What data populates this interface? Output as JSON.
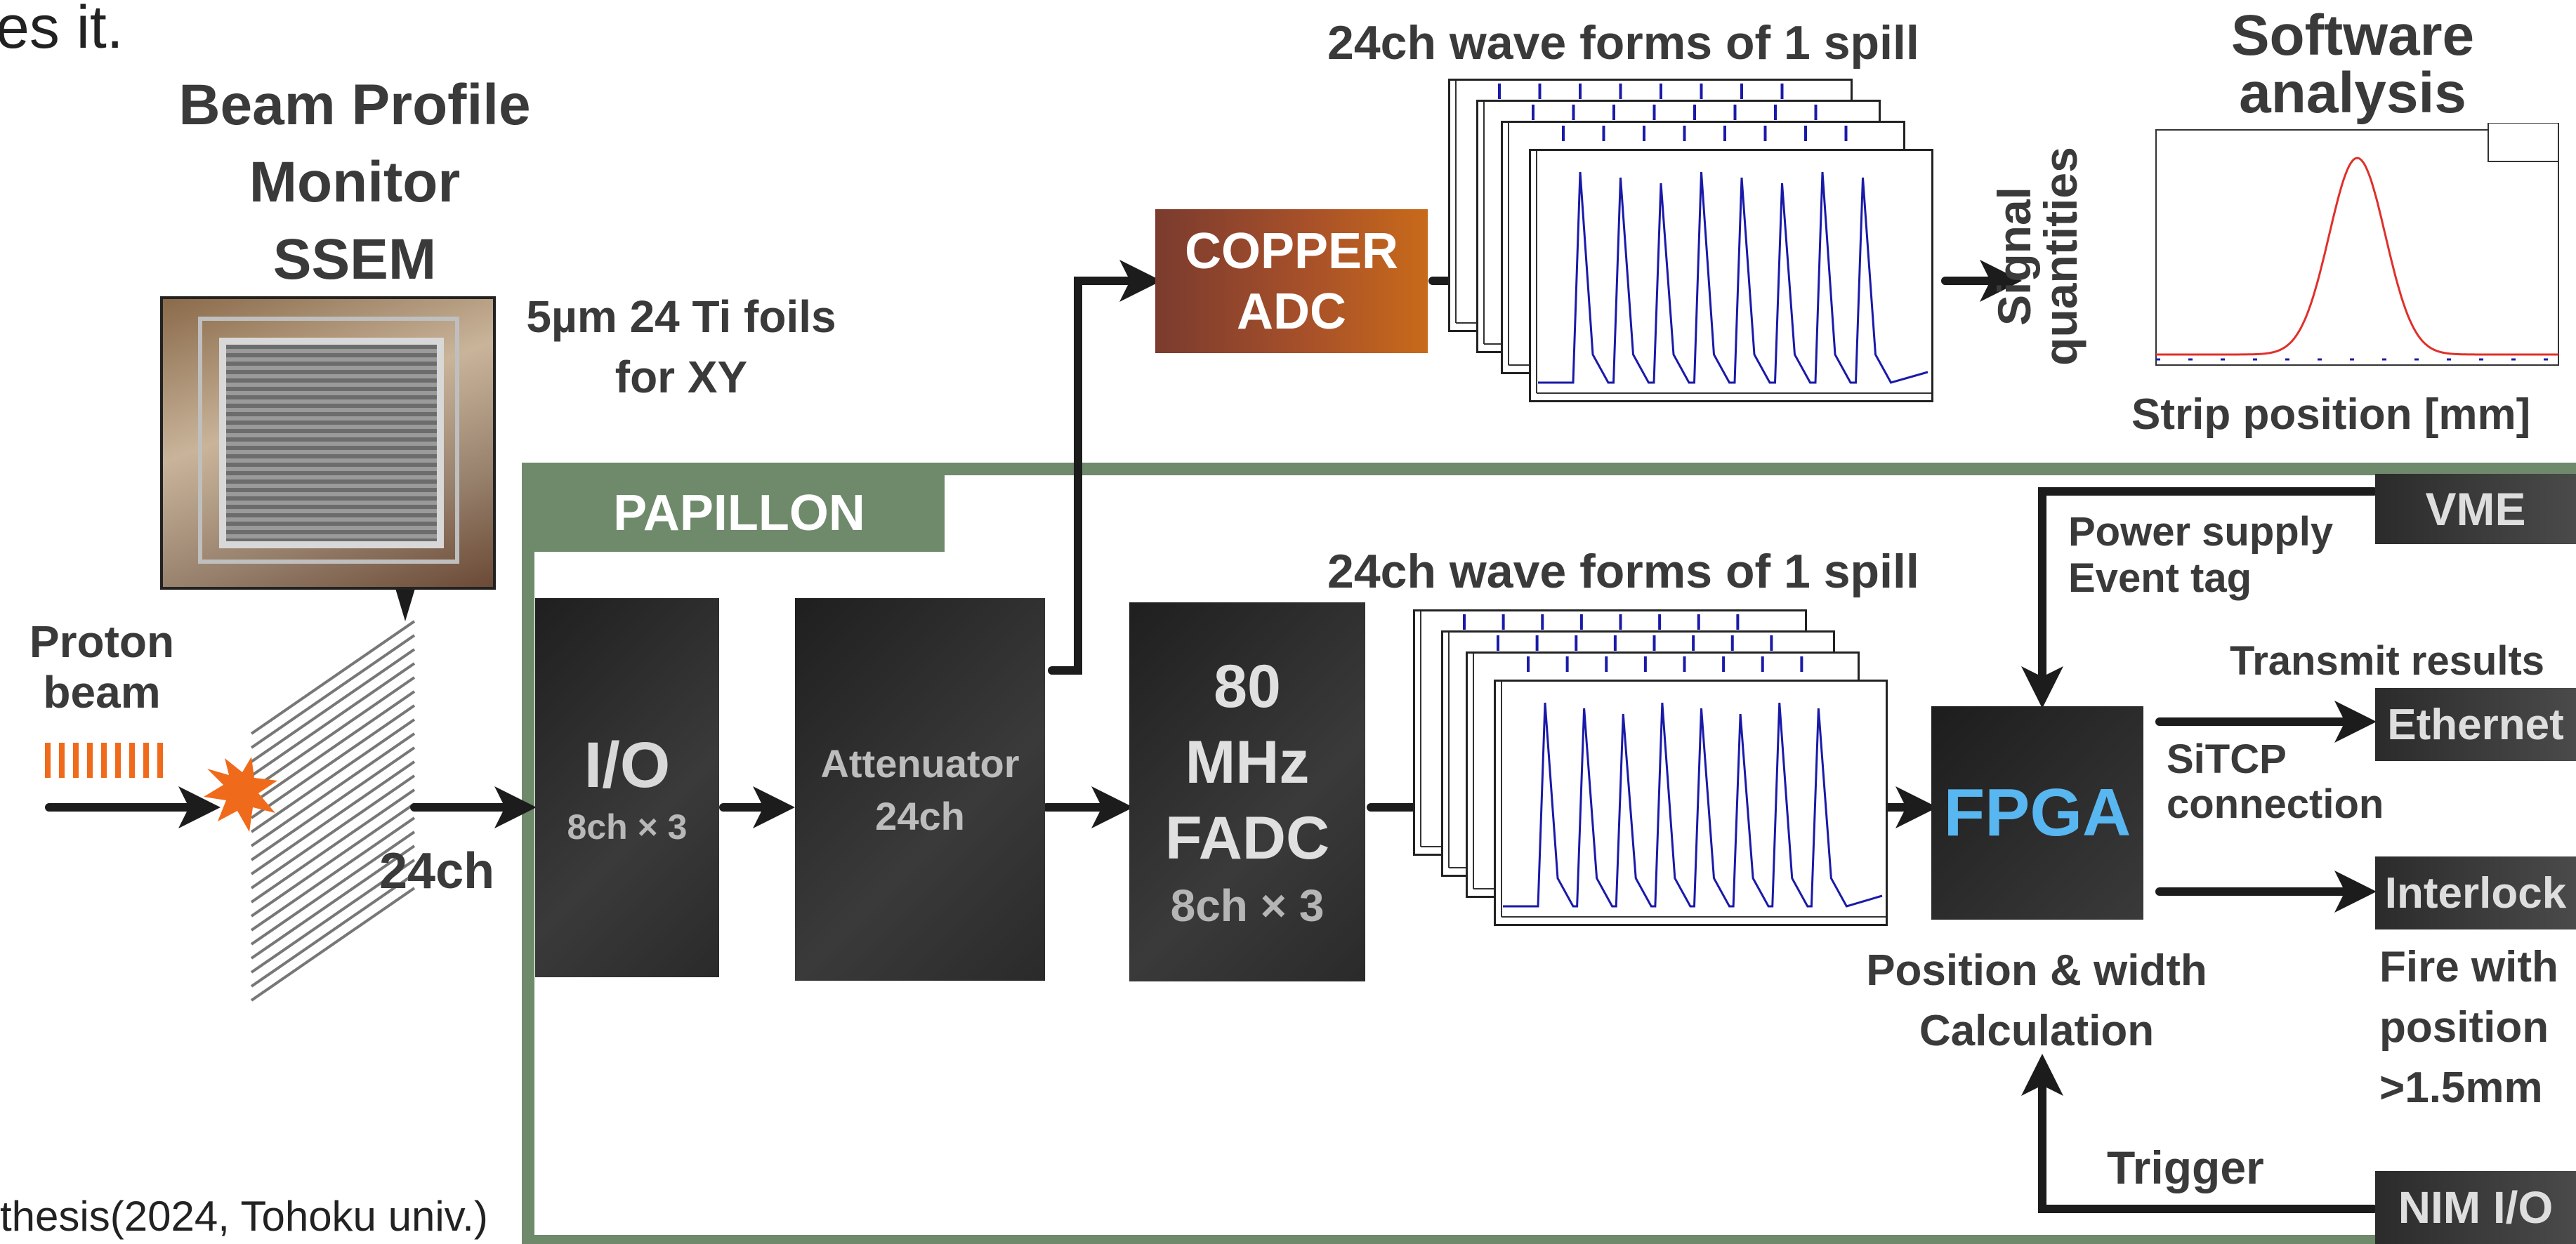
{
  "header_fragment": "es it.",
  "bpm": {
    "title_lines": [
      "Beam Profile",
      "Monitor",
      "SSEM"
    ],
    "foils_lines": [
      "5µm 24 Ti foils",
      "for XY"
    ]
  },
  "proton_beam": {
    "lines": [
      "Proton",
      "beam"
    ]
  },
  "channels_label": "24ch",
  "papillon": {
    "label": "PAPILLON"
  },
  "io_box": {
    "main": "I/O",
    "sub": "8ch × 3"
  },
  "attenuator_box": {
    "main": "Attenuator",
    "sub": "24ch"
  },
  "fadc_box": {
    "lines": [
      "80",
      "MHz",
      "FADC"
    ],
    "sub": "8ch × 3"
  },
  "copper_adc": {
    "lines": [
      "COPPER",
      "ADC"
    ]
  },
  "waveform_top_title": "24ch wave forms of 1 spill",
  "waveform_mid_title": "24ch wave forms of 1 spill",
  "software": {
    "title_lines": [
      "Software",
      "analysis"
    ],
    "ylabel_lines": [
      "Signal",
      "quantities"
    ],
    "xlabel": "Strip position [mm]"
  },
  "fpga": {
    "label": "FPGA",
    "calc_lines": [
      "Position & width",
      "Calculation"
    ]
  },
  "vme": {
    "label": "VME",
    "note_lines": [
      "Power supply",
      "Event tag"
    ]
  },
  "ethernet": {
    "label": "Ethernet",
    "top_note": "Transmit results",
    "side_lines": [
      "SiTCP",
      "connection"
    ]
  },
  "interlock": {
    "label": "Interlock",
    "note_lines": [
      "Fire with",
      "position",
      ">1.5mm"
    ]
  },
  "nim": {
    "label": "NIM I/O",
    "trigger": "Trigger"
  },
  "citation": "thesis(2024, Tohoku univ.)",
  "colors": {
    "papillon_green": "#6e8a6b",
    "copper_start": "#7a3b2e",
    "copper_end": "#c86a1a",
    "fpga_text": "#58b6f0",
    "wave_line": "#1a1aa8"
  }
}
